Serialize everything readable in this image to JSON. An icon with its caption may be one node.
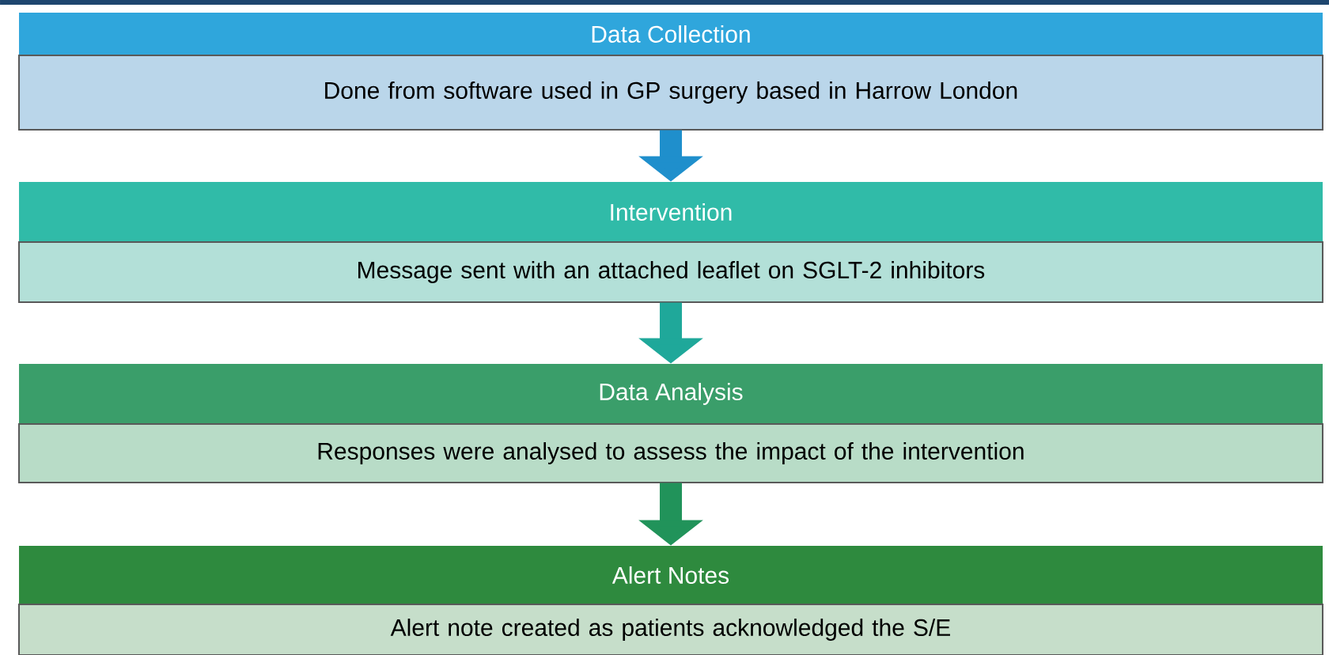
{
  "diagram": {
    "nodes": [
      {
        "text": [
          "Data Collection",
          "Done from software used in GP surgery based in Harrow London"
        ]
      },
      {
        "text": [
          "Intervention",
          "Message sent with an attached leaflet on SGLT-2 inhibitors"
        ]
      },
      {
        "text": [
          "Data Analysis",
          "Responses were analysed to assess the impact of the intervention"
        ]
      },
      {
        "text": [
          "Alert Notes",
          "Alert note created as patients acknowledged the S/E"
        ]
      }
    ],
    "edges": [
      {
        "from": 0,
        "to": 1,
        "arrow": "to",
        "color": "#1f8fcc"
      },
      {
        "from": 1,
        "to": 2,
        "arrow": "to",
        "color": "#1fa89a"
      },
      {
        "from": 2,
        "to": 3,
        "arrow": "to",
        "color": "#21935a"
      }
    ]
  }
}
